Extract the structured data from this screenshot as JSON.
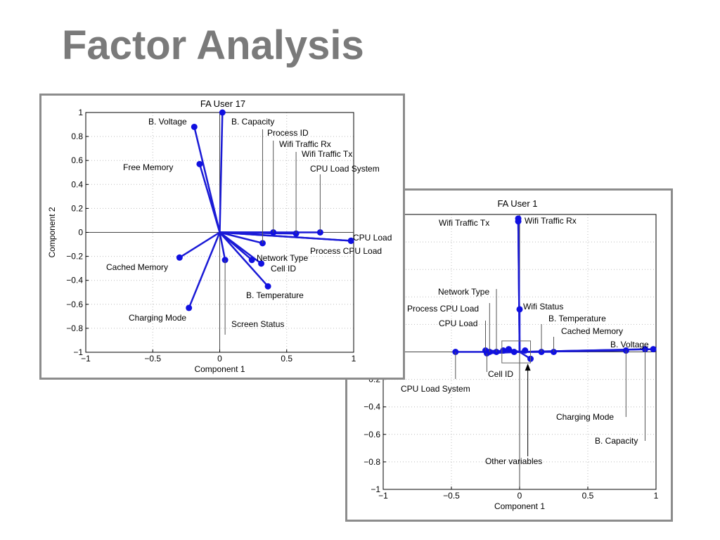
{
  "slide": {
    "title": "Factor Analysis"
  },
  "chart_data": [
    {
      "type": "scatter",
      "title": "FA User 17",
      "xlabel": "Component 1",
      "ylabel": "Component 2",
      "xlim": [
        -1,
        1
      ],
      "ylim": [
        -1,
        1
      ],
      "xticks": [
        -1,
        -0.5,
        0,
        0.5,
        1
      ],
      "yticks": [
        -1,
        -0.8,
        -0.6,
        -0.4,
        -0.2,
        0,
        0.2,
        0.4,
        0.6,
        0.8,
        1
      ],
      "xtick_labels": [
        "−1",
        "−0.5",
        "0",
        "0.5",
        "1"
      ],
      "ytick_labels": [
        "−1",
        "−0.8",
        "−0.6",
        "−0.4",
        "−0.2",
        "0",
        "0.2",
        "0.4",
        "0.6",
        "0.8",
        "1"
      ],
      "grid": true,
      "points": [
        {
          "label": "B. Voltage",
          "x": -0.19,
          "y": 0.88
        },
        {
          "label": "B. Capacity",
          "x": 0.02,
          "y": 1.0
        },
        {
          "label": "Process ID",
          "x": 0.32,
          "y": -0.09
        },
        {
          "label": "Wifi Traffic Rx",
          "x": 0.4,
          "y": 0.0
        },
        {
          "label": "Wifi Traffic Tx",
          "x": 0.57,
          "y": -0.01
        },
        {
          "label": "CPU Load System",
          "x": 0.75,
          "y": 0.0
        },
        {
          "label": "Free Memory",
          "x": -0.15,
          "y": 0.57
        },
        {
          "label": "CPU Load",
          "x": 0.98,
          "y": -0.07
        },
        {
          "label": "Process CPU Load",
          "x": 0.98,
          "y": -0.07
        },
        {
          "label": "Network Type",
          "x": 0.24,
          "y": -0.23
        },
        {
          "label": "Cell ID",
          "x": 0.31,
          "y": -0.26
        },
        {
          "label": "Cached Memory",
          "x": -0.3,
          "y": -0.21
        },
        {
          "label": "B. Temperature",
          "x": 0.36,
          "y": -0.45
        },
        {
          "label": "Charging Mode",
          "x": -0.23,
          "y": -0.63
        },
        {
          "label": "Screen Status",
          "x": 0.04,
          "y": -0.23
        }
      ]
    },
    {
      "type": "scatter",
      "title": "FA User 1",
      "xlabel": "Component 1",
      "ylabel": "",
      "xlim": [
        -1,
        1
      ],
      "ylim": [
        -1,
        1
      ],
      "xticks": [
        -1,
        -0.5,
        0,
        0.5,
        1
      ],
      "yticks": [
        -1,
        -0.8,
        -0.6,
        -0.4,
        -0.2
      ],
      "xtick_labels": [
        "−1",
        "−0.5",
        "0",
        "0.5",
        "1"
      ],
      "ytick_labels": [
        "−1",
        "−0.8",
        "−0.6",
        "−0.4",
        "−0.2"
      ],
      "grid": true,
      "points": [
        {
          "label": "Wifi Traffic Tx",
          "x": -0.01,
          "y": 0.97
        },
        {
          "label": "Wifi Traffic Rx",
          "x": -0.01,
          "y": 0.95
        },
        {
          "label": "Wifi Status",
          "x": 0.0,
          "y": 0.31
        },
        {
          "label": "Network Type",
          "x": -0.17,
          "y": 0.0
        },
        {
          "label": "Process CPU Load",
          "x": -0.22,
          "y": 0.0
        },
        {
          "label": "CPU Load",
          "x": -0.25,
          "y": 0.01
        },
        {
          "label": "B. Temperature",
          "x": 0.16,
          "y": 0.0
        },
        {
          "label": "Cached Memory",
          "x": 0.25,
          "y": 0.0
        },
        {
          "label": "B. Voltage",
          "x": 0.92,
          "y": 0.02
        },
        {
          "label": "Cell ID",
          "x": -0.24,
          "y": -0.01
        },
        {
          "label": "CPU Load System",
          "x": -0.47,
          "y": 0.0
        },
        {
          "label": "Charging Mode",
          "x": 0.78,
          "y": 0.01
        },
        {
          "label": "B. Capacity",
          "x": 0.98,
          "y": 0.02
        },
        {
          "label": "",
          "x": -0.12,
          "y": 0.01
        },
        {
          "label": "",
          "x": -0.08,
          "y": 0.02
        },
        {
          "label": "",
          "x": -0.04,
          "y": 0.0
        },
        {
          "label": "",
          "x": 0.04,
          "y": 0.01
        },
        {
          "label": "",
          "x": 0.08,
          "y": -0.05
        }
      ],
      "annotations": [
        {
          "text": "Other variables"
        }
      ]
    }
  ]
}
